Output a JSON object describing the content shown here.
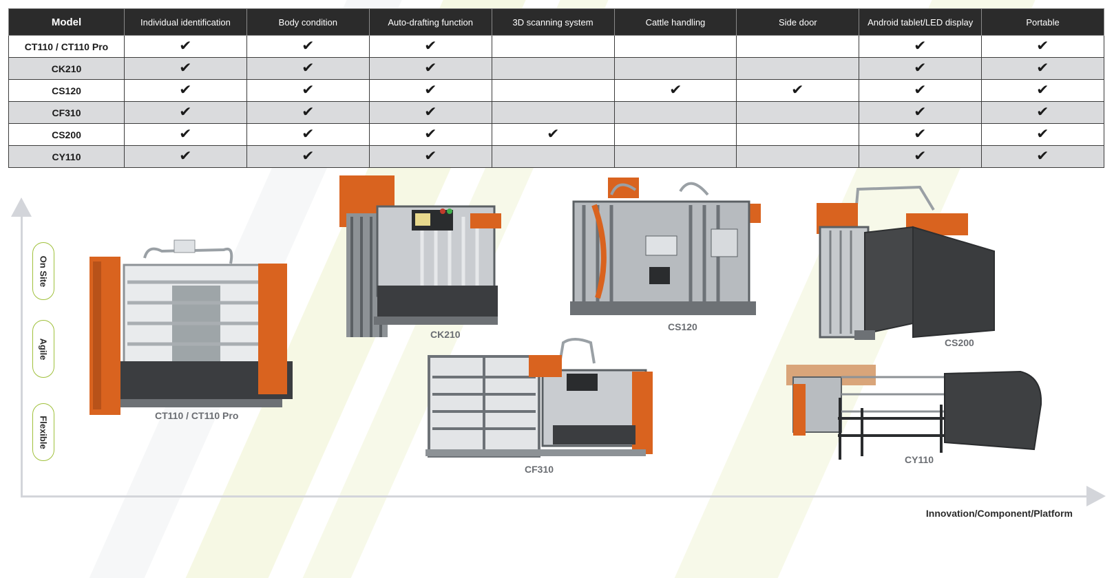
{
  "table": {
    "headers": [
      "Model",
      "Individual identification",
      "Body condition",
      "Auto-drafting function",
      "3D scanning system",
      "Cattle handling",
      "Side door",
      "Android tablet/LED display",
      "Portable"
    ],
    "check_symbol": "✔",
    "rows": [
      {
        "model": "CT110 / CT110 Pro",
        "features": [
          true,
          true,
          true,
          false,
          false,
          false,
          true,
          true
        ]
      },
      {
        "model": "CK210",
        "features": [
          true,
          true,
          true,
          false,
          false,
          false,
          true,
          true
        ]
      },
      {
        "model": "CS120",
        "features": [
          true,
          true,
          true,
          false,
          true,
          true,
          true,
          true
        ]
      },
      {
        "model": "CF310",
        "features": [
          true,
          true,
          true,
          false,
          false,
          false,
          true,
          true
        ]
      },
      {
        "model": "CS200",
        "features": [
          true,
          true,
          true,
          true,
          false,
          false,
          true,
          true
        ]
      },
      {
        "model": "CY110",
        "features": [
          true,
          true,
          true,
          false,
          false,
          false,
          true,
          true
        ]
      }
    ]
  },
  "y_axis_levels": [
    "On Site",
    "Agile",
    "Flexible"
  ],
  "x_axis_label": "Innovation/Component/Platform",
  "products": [
    {
      "label": "CT110 / CT110 Pro"
    },
    {
      "label": "CK210"
    },
    {
      "label": "CS120"
    },
    {
      "label": "CS200"
    },
    {
      "label": "CF310"
    },
    {
      "label": "CY110"
    }
  ],
  "colors": {
    "header_bg": "#2b2b2b",
    "row_alt": "#dadbdd",
    "pill_border": "#9fc03a",
    "axis": "#d3d5da",
    "frame_orange": "#d9631f",
    "frame_steel": "#8d9296"
  }
}
